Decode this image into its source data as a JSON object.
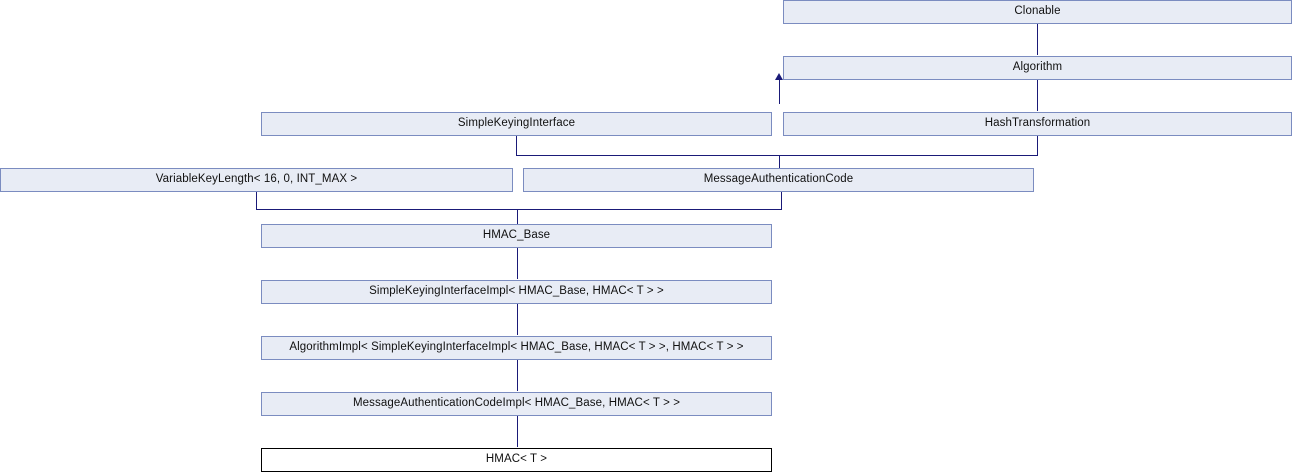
{
  "diagram": {
    "kind": "uml-inheritance-diagram",
    "title": "HMAC< T > inheritance diagram",
    "colors": {
      "node_fill": "#e8ecf5",
      "node_border": "#7b8cc0",
      "current_fill": "#ffffff",
      "current_border": "#000000",
      "edge": "#1a1a78",
      "background": "#ffffff",
      "text": "#101010"
    },
    "nodes": [
      {
        "id": "clonable",
        "label": "Clonable"
      },
      {
        "id": "algorithm",
        "label": "Algorithm"
      },
      {
        "id": "hashtransformation",
        "label": "HashTransformation"
      },
      {
        "id": "simplekeyinginterface",
        "label": "SimpleKeyingInterface"
      },
      {
        "id": "variablekeylength",
        "label": "VariableKeyLength< 16, 0, INT_MAX >"
      },
      {
        "id": "messageauthenticationcode",
        "label": "MessageAuthenticationCode"
      },
      {
        "id": "hmacbase",
        "label": "HMAC_Base"
      },
      {
        "id": "simplekeyinginterfaceimpl",
        "label": "SimpleKeyingInterfaceImpl< HMAC_Base, HMAC< T > >"
      },
      {
        "id": "algorithmimpl",
        "label": "AlgorithmImpl< SimpleKeyingInterfaceImpl< HMAC_Base, HMAC< T > >, HMAC< T > >"
      },
      {
        "id": "messageauthenticationcodeimpl",
        "label": "MessageAuthenticationCodeImpl< HMAC_Base, HMAC< T > >"
      },
      {
        "id": "hmac",
        "label": "HMAC< T >",
        "current": true
      }
    ],
    "edges": [
      {
        "from": "algorithm",
        "to": "clonable"
      },
      {
        "from": "hashtransformation",
        "to": "algorithm"
      },
      {
        "from": "simplekeyinginterface",
        "to": "algorithm"
      },
      {
        "from": "variablekeylength",
        "to": "simplekeyinginterface"
      },
      {
        "from": "messageauthenticationcode",
        "to": "simplekeyinginterface"
      },
      {
        "from": "messageauthenticationcode",
        "to": "hashtransformation"
      },
      {
        "from": "hmacbase",
        "to": "variablekeylength"
      },
      {
        "from": "hmacbase",
        "to": "messageauthenticationcode"
      },
      {
        "from": "simplekeyinginterfaceimpl",
        "to": "hmacbase"
      },
      {
        "from": "algorithmimpl",
        "to": "simplekeyinginterfaceimpl"
      },
      {
        "from": "messageauthenticationcodeimpl",
        "to": "algorithmimpl"
      },
      {
        "from": "hmac",
        "to": "messageauthenticationcodeimpl"
      }
    ]
  }
}
